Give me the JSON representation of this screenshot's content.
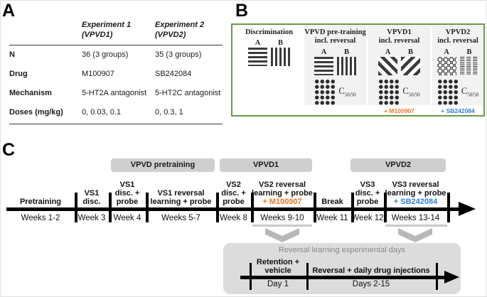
{
  "colors": {
    "accent_orange": "#EE7424",
    "accent_blue": "#2F7ED8",
    "box_green": "#689A46",
    "phase_gray": "#CFCFCF",
    "inset_gray": "#DCDCDC"
  },
  "panel_a": {
    "label": "A",
    "table": {
      "headers": [
        "Experiment 1\n(VPVD1)",
        "Experiment 2\n(VPVD2)"
      ],
      "rows": [
        {
          "name": "N",
          "exp1": "36 (3 groups)",
          "exp2": "35 (3 groups)"
        },
        {
          "name": "Drug",
          "exp1": "M100907",
          "exp2": "SB242084"
        },
        {
          "name": "Mechanism",
          "exp1": "5-HT2A antagonist",
          "exp2": "5-HT2C antagonist"
        },
        {
          "name": "Doses (mg/kg)",
          "exp1": "0, 0.03, 0.1",
          "exp2": "0, 0.3, 1"
        }
      ]
    }
  },
  "panel_b": {
    "label": "B",
    "stages": [
      {
        "title": "Discrimination",
        "letter_a": "A",
        "letter_b": "B"
      },
      {
        "title": "VPVD pre-training\nincl. reversal",
        "letter_a": "A",
        "letter_b": "B",
        "chance_c": "C",
        "chance_sub": "50/50"
      },
      {
        "title": "VPVD1\nincl. reversal",
        "letter_a": "A",
        "letter_b": "B",
        "chance_c": "C",
        "chance_sub": "50/50",
        "drug": "+ M100907"
      },
      {
        "title": "VPVD2\nincl. reversal",
        "letter_a": "A",
        "letter_b": "B",
        "chance_c": "C",
        "chance_sub": "50/50",
        "drug": "+ SB242084"
      }
    ]
  },
  "panel_c": {
    "label": "C",
    "phases": [
      "VPVD pretraining",
      "VPVD1",
      "VPVD2"
    ],
    "segments": [
      {
        "task": "Pretraining",
        "weeks": "Weeks 1-2"
      },
      {
        "task": "VS1\ndisc.",
        "weeks": "Week 3"
      },
      {
        "task": "VS1\ndisc. +\nprobe",
        "weeks": "Week 4"
      },
      {
        "task": "VS1 reversal\nlearning + probe",
        "weeks": "Weeks 5-7"
      },
      {
        "task": "VS2\ndisc. +\nprobe",
        "weeks": "Week 8"
      },
      {
        "task": "VS2 reversal\nlearning + probe",
        "drug": "+ M100907",
        "weeks": "Weeks 9-10"
      },
      {
        "task": "Break",
        "weeks": "Week 11"
      },
      {
        "task": "VS3\ndisc. +\nprobe",
        "weeks": "Week 12"
      },
      {
        "task": "VS3 reversal\nlearning + probe",
        "drug": "+ SB242084",
        "weeks": "Weeks 13-14"
      }
    ],
    "inset": {
      "title": "Reversal learning experimental days",
      "segments": [
        {
          "task": "Retention +\nvehicle",
          "days": "Day 1"
        },
        {
          "task": "Reversal + daily drug injections",
          "days": "Days 2-15"
        }
      ]
    }
  }
}
